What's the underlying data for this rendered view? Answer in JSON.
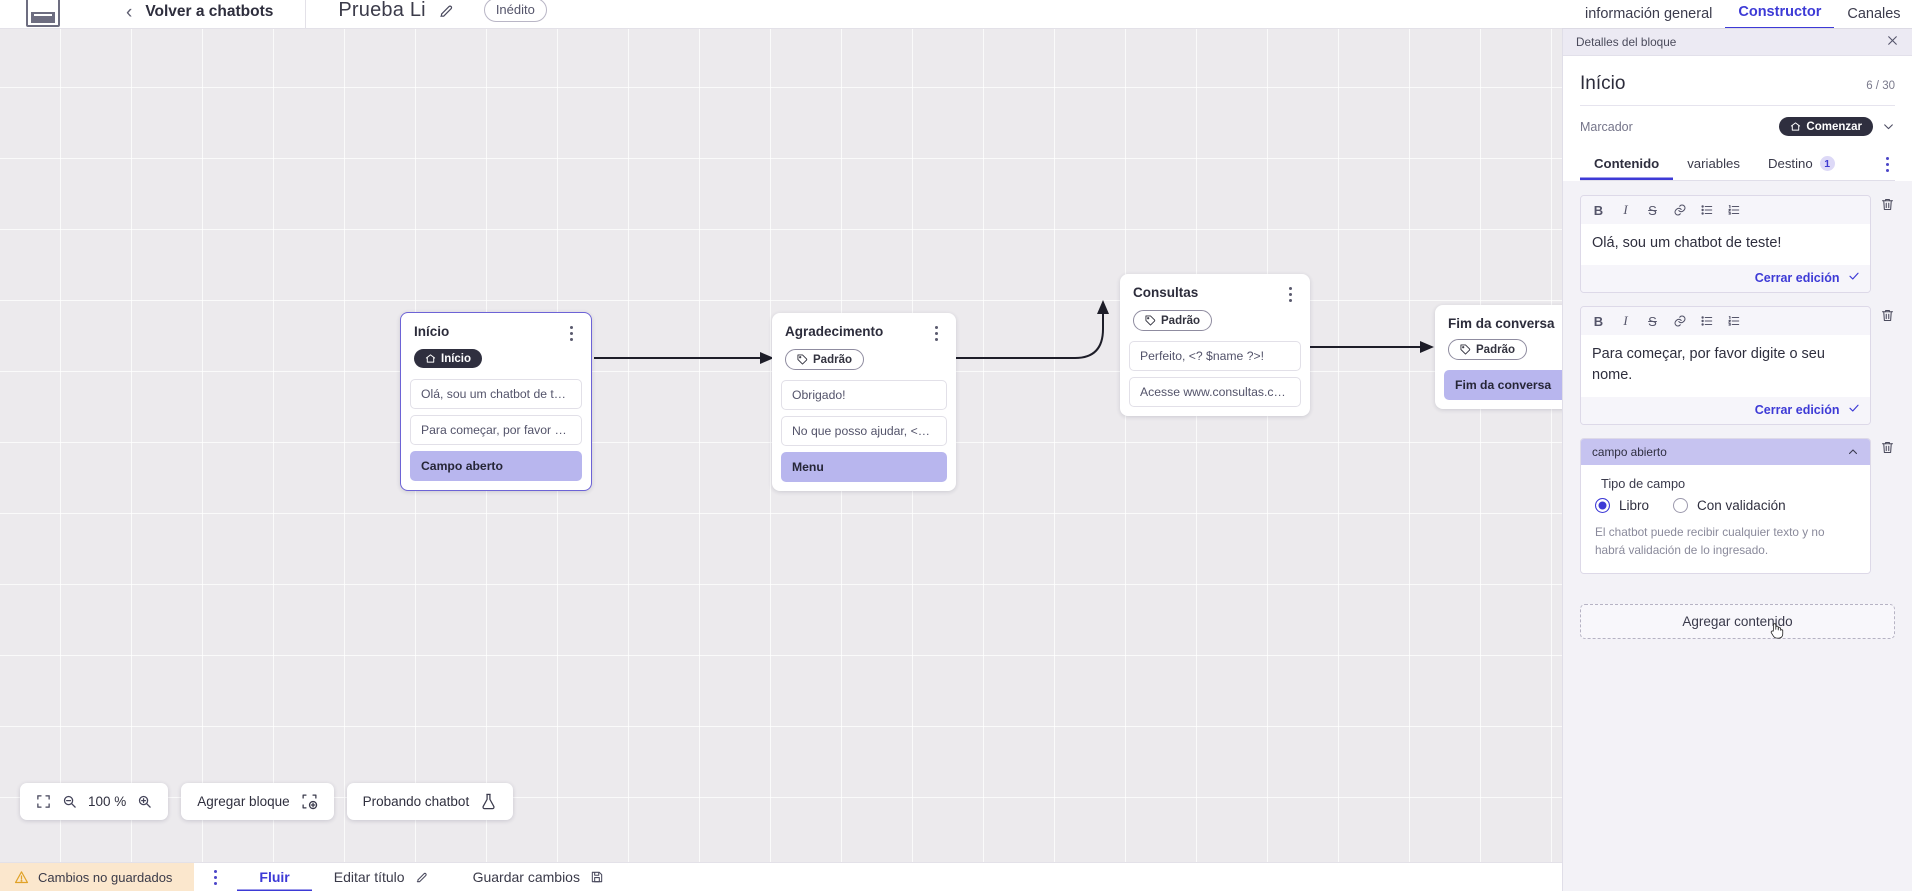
{
  "topbar": {
    "logo_icon": "product-logo-icon",
    "back_chevron_icon": "chevron-left-icon",
    "back_label": "Volver a chatbots",
    "bot_title": "Prueba Li",
    "edit_icon": "pencil-icon",
    "status_badge": "Inédito"
  },
  "top_tabs": [
    {
      "label": "información general",
      "active": false
    },
    {
      "label": "Constructor",
      "active": true
    },
    {
      "label": "Canales",
      "active": false
    }
  ],
  "canvas": {
    "nodes": [
      {
        "id": "inicio",
        "title": "Início",
        "chip": {
          "label": "Início",
          "style": "dark",
          "icon": "home-icon"
        },
        "rows": [
          {
            "text": "Olá, sou um chatbot de teste!",
            "selected": false
          },
          {
            "text": "Para começar, por favor digite o ...",
            "selected": false
          },
          {
            "text": "Campo aberto",
            "selected": true
          }
        ],
        "selected": true
      },
      {
        "id": "agradecimento",
        "title": "Agradecimento",
        "chip": {
          "label": "Padrão",
          "style": "light",
          "icon": "tag-icon"
        },
        "rows": [
          {
            "text": "Obrigado!",
            "selected": false
          },
          {
            "text": "No que posso ajudar, <? $name ...",
            "selected": false
          },
          {
            "text": "Menu",
            "selected": true
          }
        ],
        "selected": false
      },
      {
        "id": "consultas",
        "title": "Consultas",
        "chip": {
          "label": "Padrão",
          "style": "light",
          "icon": "tag-icon"
        },
        "rows": [
          {
            "text": "Perfeito, <? $name ?>!",
            "selected": false
          },
          {
            "text": "Acesse www.consultas.com par...",
            "selected": false
          }
        ],
        "selected": false
      },
      {
        "id": "fim",
        "title": "Fim da conversa",
        "chip": {
          "label": "Padrão",
          "style": "light",
          "icon": "tag-icon"
        },
        "rows": [
          {
            "text": "Fim da conversa",
            "selected": true
          }
        ],
        "selected": false
      }
    ],
    "controls": {
      "fit_icon": "fit-screen-icon",
      "zoom_out_icon": "zoom-out-icon",
      "zoom_level": "100 %",
      "zoom_in_icon": "zoom-in-icon",
      "add_block_label": "Agregar bloque",
      "add_block_icon": "add-block-icon",
      "test_bot_label": "Probando chatbot",
      "test_bot_icon": "flask-icon"
    }
  },
  "statusbar": {
    "warning_icon": "warning-triangle-icon",
    "unsaved_label": "Cambios no guardados",
    "kebab_icon": "more-vertical-icon",
    "items": [
      {
        "label": "Fluir",
        "icon": "",
        "active": true
      },
      {
        "label": "Editar título",
        "icon": "pencil-icon",
        "active": false
      },
      {
        "label": "Guardar cambios",
        "icon": "save-disk-icon",
        "active": false
      }
    ]
  },
  "panel": {
    "bar_title": "Detalles del bloque",
    "close_icon": "close-icon",
    "block_name": "Início",
    "block_count": "6 / 30",
    "marker_label": "Marcador",
    "marker_value": "Comenzar",
    "marker_icon": "home-icon",
    "marker_caret_icon": "chevron-down-icon",
    "tabs": [
      {
        "label": "Contenido",
        "badge": "",
        "active": true
      },
      {
        "label": "variables",
        "badge": "",
        "active": false
      },
      {
        "label": "Destino",
        "badge": "1",
        "active": false
      }
    ],
    "tabs_kebab_icon": "more-vertical-icon",
    "toolbar_icons": [
      {
        "name": "bold-icon",
        "glyph": "B"
      },
      {
        "name": "italic-icon",
        "glyph": "I"
      },
      {
        "name": "strikethrough-icon",
        "glyph": "S"
      },
      {
        "name": "link-icon",
        "glyph": "link"
      },
      {
        "name": "bulleted-list-icon",
        "glyph": "ul"
      },
      {
        "name": "numbered-list-icon",
        "glyph": "ol"
      }
    ],
    "editors": [
      {
        "text": "Olá, sou um chatbot de teste!",
        "close_label": "Cerrar edición",
        "check_icon": "check-icon",
        "delete_icon": "trash-icon"
      },
      {
        "text": "Para começar, por favor digite o seu nome.",
        "close_label": "Cerrar edición",
        "check_icon": "check-icon",
        "delete_icon": "trash-icon"
      }
    ],
    "field_block": {
      "header": "campo abierto",
      "collapse_icon": "chevron-up-icon",
      "delete_icon": "trash-icon",
      "type_label": "Tipo de campo",
      "options": [
        {
          "label": "Libro",
          "selected": true
        },
        {
          "label": "Con validación",
          "selected": false
        }
      ],
      "hint": "El chatbot puede recibir cualquier texto y no habrá validación de lo ingresado."
    },
    "add_content_label": "Agregar contenido",
    "cursor_icon": "pointer-hand-cursor"
  },
  "colors": {
    "accent": "#3d3ad6",
    "selection": "#b8b6ee",
    "field_header": "#c6c3f0",
    "warning_bg": "#fbe7cd",
    "canvas_bg": "#eceaed"
  }
}
